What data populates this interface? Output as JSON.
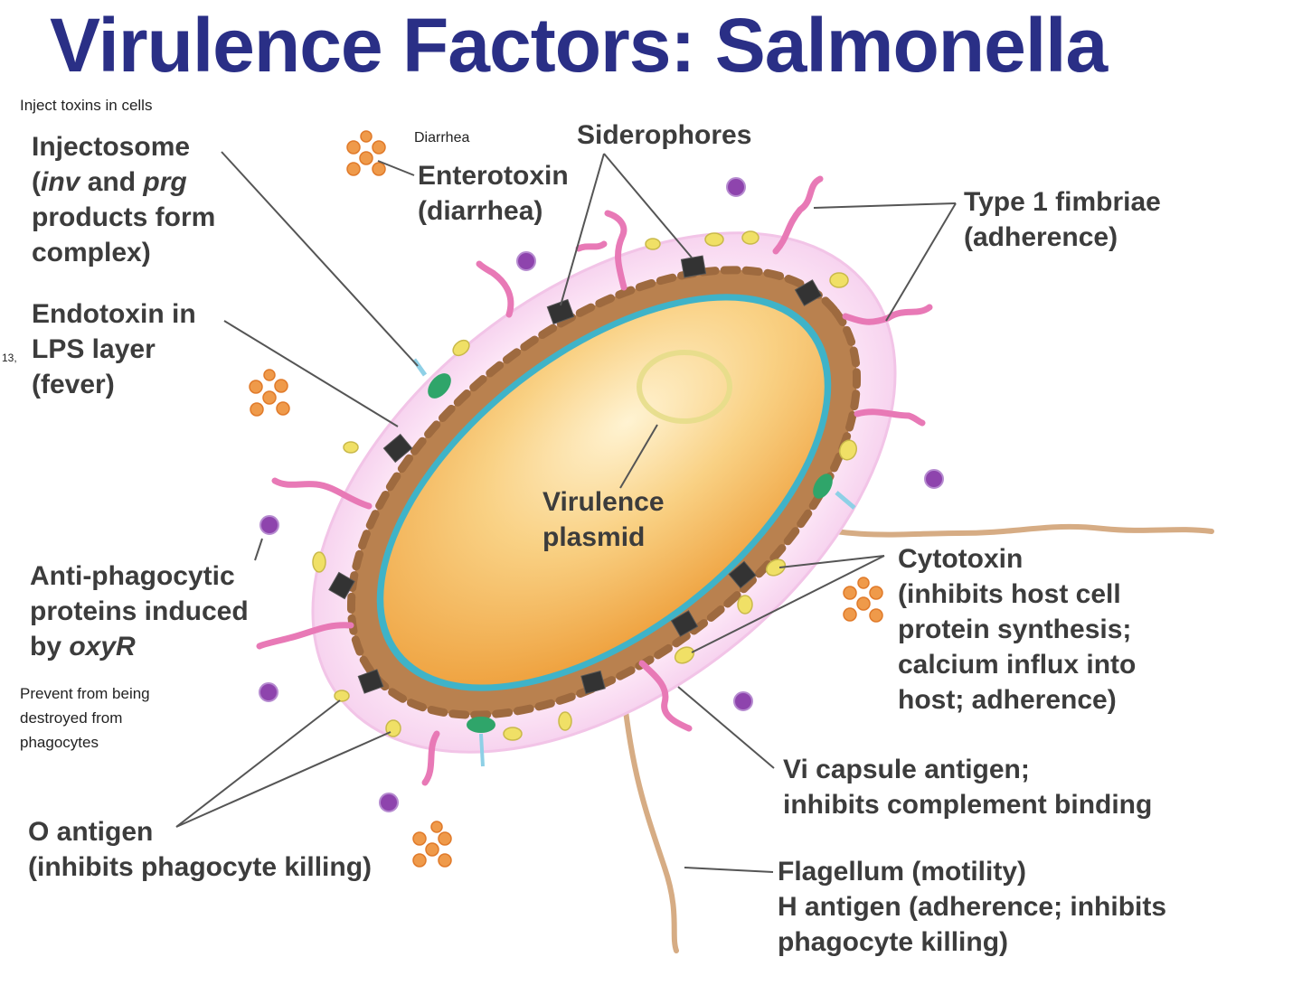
{
  "title": "Virulence Factors: Salmonella",
  "notes": {
    "inject": "Inject toxins in cells",
    "diarrhea": "Diarrhea",
    "prevent": [
      "Prevent from being",
      "destroyed from",
      "phagocytes"
    ],
    "margin_mark": "13,"
  },
  "labels": {
    "injectosome": {
      "line1": "Injectosome",
      "paren_open": "(",
      "inv": "inv",
      "and": " and ",
      "prg": "prg",
      "line3": "products form",
      "line4": "complex)"
    },
    "endotoxin": [
      "Endotoxin in",
      "LPS layer",
      "(fever)"
    ],
    "enterotoxin": [
      "Enterotoxin",
      "(diarrhea)"
    ],
    "siderophores": "Siderophores",
    "fimbriae": [
      "Type 1 fimbriae",
      "(adherence)"
    ],
    "plasmid": [
      "Virulence",
      "plasmid"
    ],
    "antiphago": {
      "line1": "Anti-phagocytic",
      "line2": "proteins induced",
      "by": "by ",
      "oxyR": "oxyR"
    },
    "cytotoxin": [
      "Cytotoxin",
      "(inhibits host cell",
      "protein synthesis;",
      "calcium influx into",
      "host; adherence)"
    ],
    "vi_capsule": [
      "Vi capsule antigen;",
      "inhibits complement binding"
    ],
    "o_antigen": [
      "O antigen",
      "(inhibits phagocyte killing)"
    ],
    "flagellum": [
      "Flagellum (motility)",
      "H antigen (adherence; inhibits",
      "phagocyte killing)"
    ]
  },
  "colors": {
    "title": "#2a2f86",
    "cytoplasm": "#f6c15e",
    "membrane": "#3fb3c8",
    "wall": "#b9814f",
    "capsule": "#f7d8f0",
    "fimbriae": "#e879b6",
    "siderophore": "#333333",
    "injectosome": "#2fa56a",
    "cytotoxin_beads": "#f0e066",
    "purple_dots": "#8e44ad",
    "toxin_clusters": "#ef9a4a",
    "flagellum": "#d6ac84"
  }
}
